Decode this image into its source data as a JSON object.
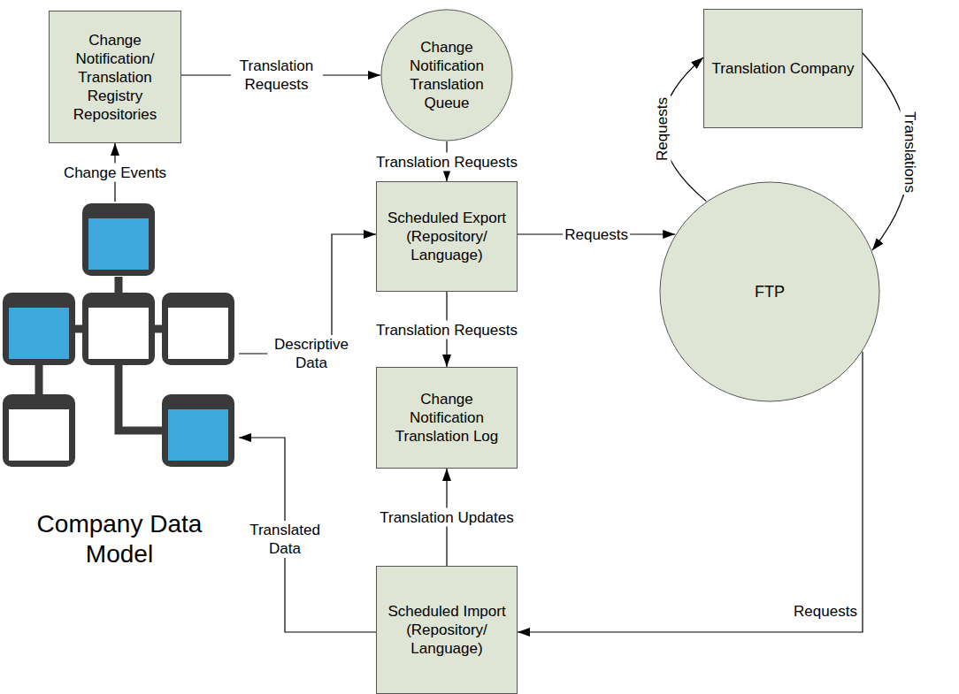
{
  "diagram": {
    "nodes": [
      {
        "text": [
          "Change Notification/ Translation Registry Repositories"
        ]
      },
      {
        "text": [
          "Change Notification Translation Queue"
        ]
      },
      {
        "text": [
          "Translation Company"
        ]
      },
      {
        "text": [
          "Scheduled Export (Repository/ Language)"
        ]
      },
      {
        "text": [
          "FTP"
        ]
      },
      {
        "text": [
          "Company Data Model"
        ]
      },
      {
        "text": [
          "Change Notification Translation Log"
        ]
      },
      {
        "text": [
          "Scheduled Import (Repository/ Language)"
        ]
      }
    ],
    "edges": [
      {
        "from": 5,
        "to": 0,
        "label": "Change Events",
        "arrow": "to"
      },
      {
        "from": 0,
        "to": 1,
        "label": "Translation Requests",
        "arrow": "to"
      },
      {
        "from": 1,
        "to": 3,
        "label": "Translation Requests",
        "arrow": "to"
      },
      {
        "from": 5,
        "to": 3,
        "label": "Descriptive Data",
        "arrow": "to"
      },
      {
        "from": 3,
        "to": 4,
        "label": "Requests",
        "arrow": "to"
      },
      {
        "from": 4,
        "to": 2,
        "label": "Requests",
        "arrow": "to"
      },
      {
        "from": 2,
        "to": 4,
        "label": "Translations",
        "arrow": "to"
      },
      {
        "from": 3,
        "to": 6,
        "label": "Translation Requests",
        "arrow": "to"
      },
      {
        "from": 4,
        "to": 7,
        "label": "Requests",
        "arrow": "to"
      },
      {
        "from": 7,
        "to": 6,
        "label": "Translation Updates",
        "arrow": "to"
      },
      {
        "from": 7,
        "to": 5,
        "label": "Translated Data",
        "arrow": "to"
      }
    ]
  }
}
